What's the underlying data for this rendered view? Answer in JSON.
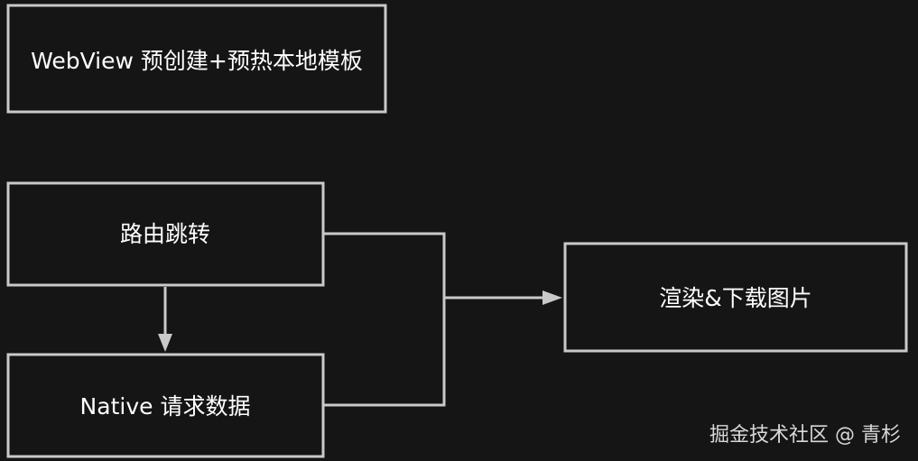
{
  "diagram": {
    "nodes": {
      "webview_prewarm": "WebView 预创建+预热本地模板",
      "route_jump": "路由跳转",
      "native_request": "Native 请求数据",
      "render_download": "渲染&下载图片"
    },
    "edges": [
      {
        "from": "route_jump",
        "to": "native_request"
      },
      {
        "from": "route_jump",
        "to": "render_download"
      },
      {
        "from": "native_request",
        "to": "render_download"
      }
    ],
    "colors": {
      "background": "#151515",
      "stroke": "#c9c9c9",
      "text": "#ffffff"
    }
  },
  "watermark": "掘金技术社区 @ 青杉"
}
